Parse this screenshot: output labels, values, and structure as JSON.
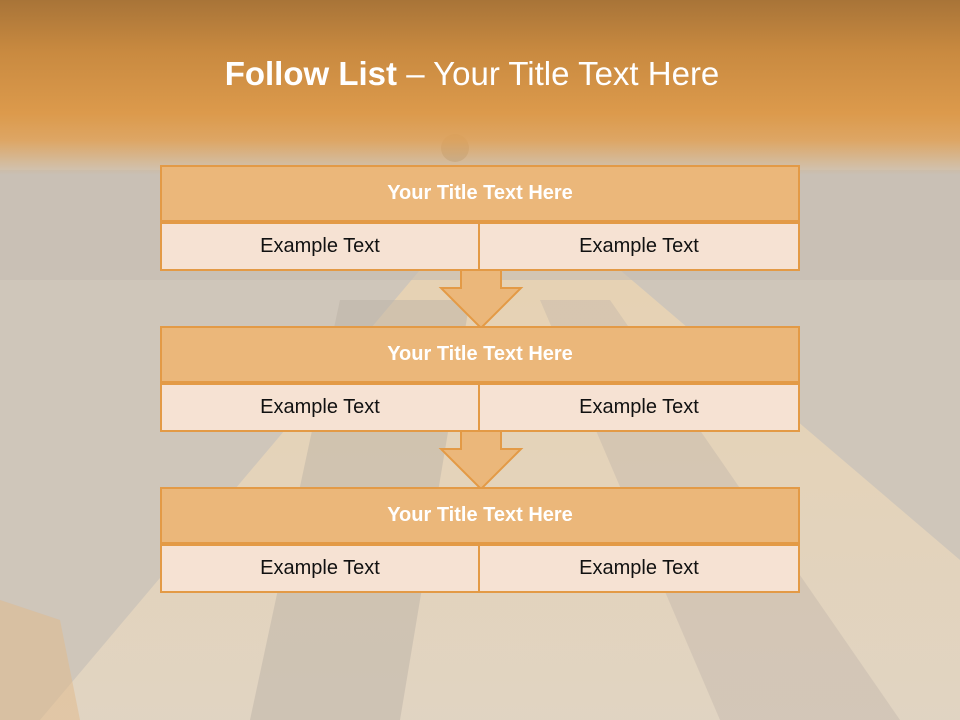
{
  "slide": {
    "title_bold": "Follow List",
    "title_rest": " – Your Title Text Here"
  },
  "blocks": [
    {
      "title": "Your Title Text Here",
      "left": "Example Text",
      "right": "Example Text"
    },
    {
      "title": "Your Title Text Here",
      "left": "Example Text",
      "right": "Example Text"
    },
    {
      "title": "Your Title Text Here",
      "left": "Example Text",
      "right": "Example Text"
    }
  ],
  "colors": {
    "header_orange": "#dc9a4c",
    "box_title_fill": "#ebb77a",
    "box_cell_fill": "#f6e2d3",
    "box_border": "#e39a46",
    "arrow_fill": "#ebb77a"
  }
}
